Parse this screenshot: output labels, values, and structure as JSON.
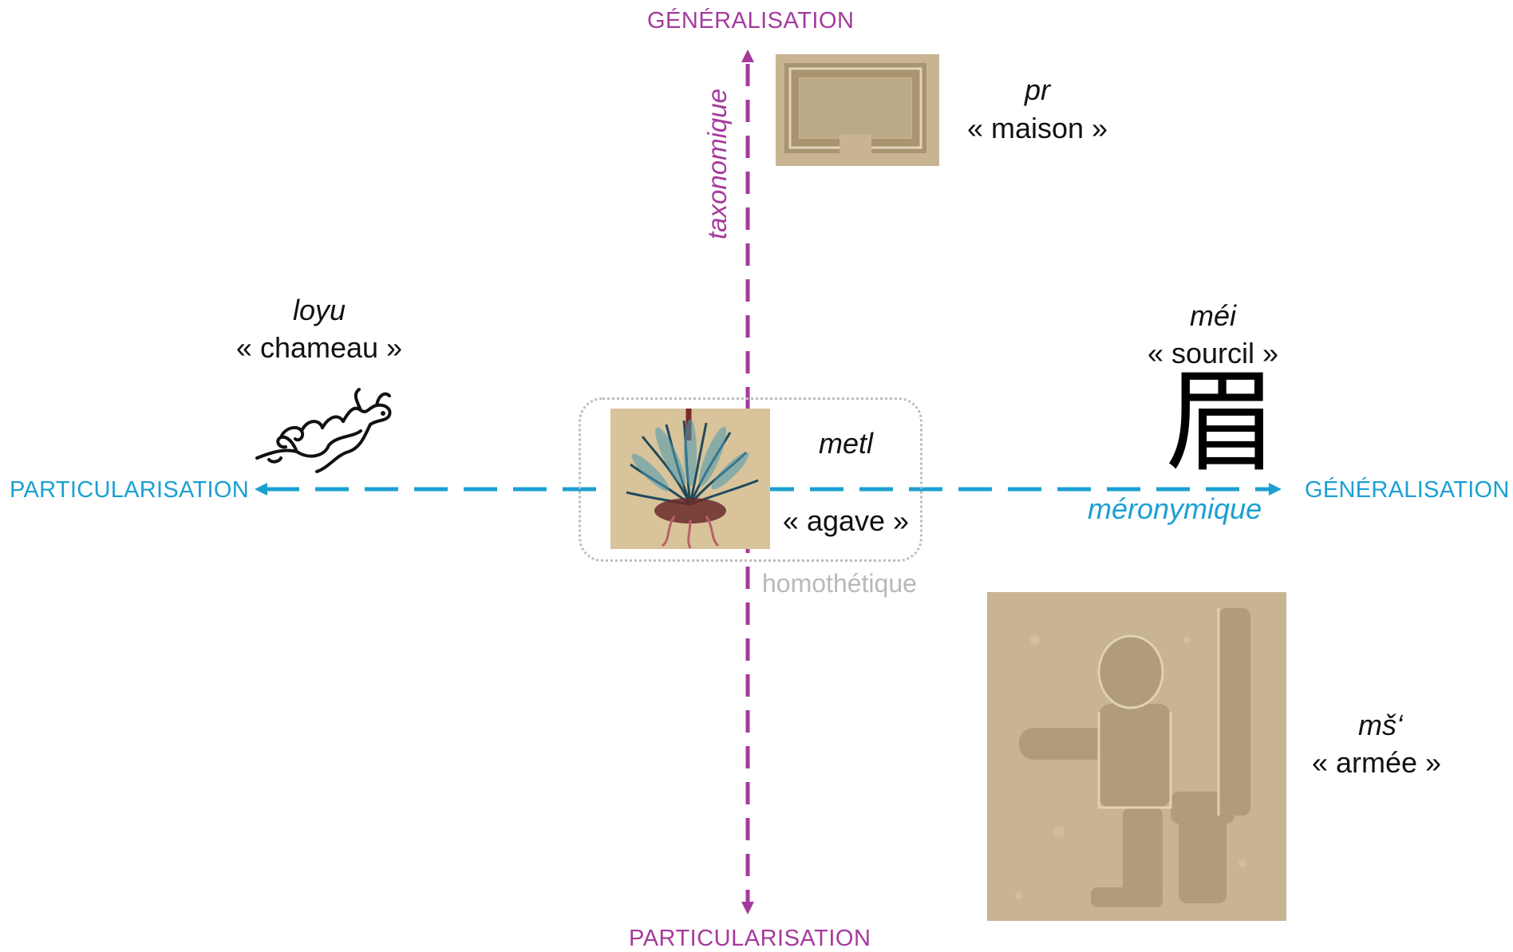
{
  "colors": {
    "taxonomic_axis": "#a53a9c",
    "meronymic_axis": "#1ba0d3",
    "homothetic": "#b9b9b9",
    "stone": "#c9b596"
  },
  "vertical_axis": {
    "top_label": "GÉNÉRALISATION",
    "bottom_label": "PARTICULARISATION",
    "name": "taxonomique"
  },
  "horizontal_axis": {
    "left_label": "PARTICULARISATION",
    "right_label": "GÉNÉRALISATION",
    "name": "méronymique"
  },
  "center": {
    "label": "homothétique",
    "word": "metl",
    "gloss": "« agave »",
    "icon": "agave-glyph-icon"
  },
  "examples": {
    "house": {
      "word": "pr",
      "gloss": "« maison »",
      "icon": "house-hieroglyph-icon"
    },
    "camel": {
      "word": "loyu",
      "gloss": "« chameau »",
      "icon": "camel-glyph-icon"
    },
    "eyebrow": {
      "word": "méi",
      "gloss": "« sourcil »",
      "character": "眉"
    },
    "army": {
      "word": "mš‘",
      "gloss": "« armée »",
      "icon": "army-hieroglyph-icon"
    }
  }
}
